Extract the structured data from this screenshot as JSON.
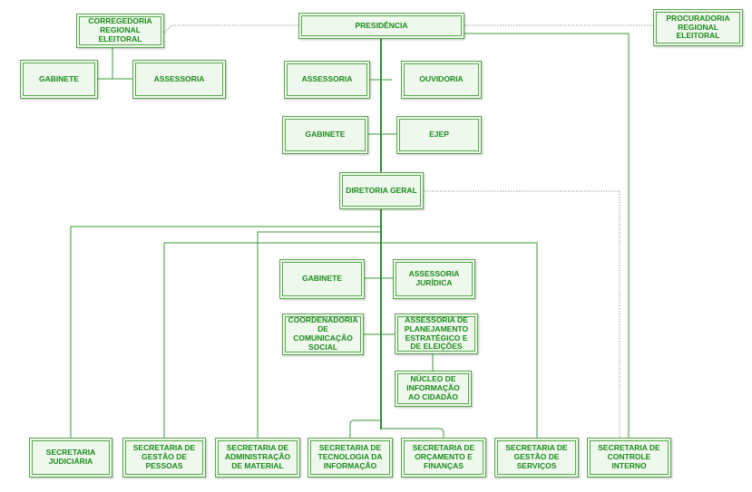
{
  "colors": {
    "line": "#3a9a3a",
    "dotted": "#999999",
    "text": "#1c8a1c",
    "fill": "#eef8ec"
  },
  "nodes": {
    "presidencia": "PRESIDÊNCIA",
    "corregedoria": "CORREGEDORIA REGIONAL ELEITORAL",
    "procuradoria": "PROCURADORIA REGIONAL ELEITORAL",
    "corregedoria_gabinete": "GABINETE",
    "corregedoria_assessoria": "ASSESSORIA",
    "pres_assessoria": "ASSESSORIA",
    "ouvidoria": "OUVIDORIA",
    "pres_gabinete": "GABINETE",
    "ejep": "EJEP",
    "diretoria_geral": "DIRETORIA GERAL",
    "dg_gabinete": "GABINETE",
    "assessoria_juridica": "ASSESSORIA JURÍDICA",
    "coord_comunicacao": "COORDENADORIA DE COMUNICAÇÃO SOCIAL",
    "assessoria_planejamento": "ASSESSORIA DE PLANEJAMENTO ESTRATÉGICO E DE ELEIÇÕES",
    "nucleo_informacao": "NÚCLEO DE INFORMAÇÃO AO CIDADÃO",
    "sec_judiciaria": "SECRETARIA JUDICIÁRIA",
    "sec_gestao_pessoas": "SECRETARIA DE GESTÃO DE PESSOAS",
    "sec_administracao": "SECRETARIA DE ADMINISTRAÇÃO DE MATERIAL",
    "sec_tecnologia": "SECRETARIA DE TECNOLOGIA DA INFORMAÇÃO",
    "sec_orcamento": "SECRETARIA DE ORÇAMENTO E FINANÇAS",
    "sec_servicos": "SECRETARIA DE GESTÃO DE SERVIÇOS",
    "sec_controle": "SECRETARIA DE CONTROLE INTERNO"
  }
}
